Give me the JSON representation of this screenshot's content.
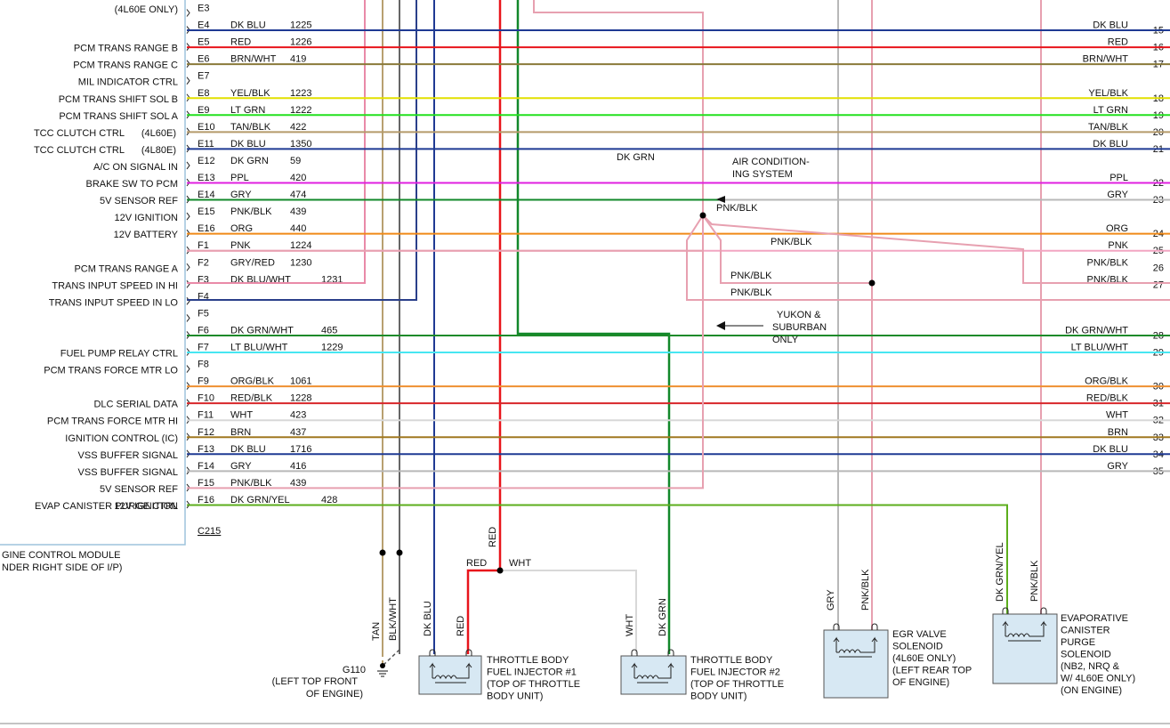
{
  "module": {
    "label_lines": [
      "GINE CONTROL MODULE",
      "NDER RIGHT SIDE OF I/P)"
    ],
    "connector": "C215",
    "top_note": "(4L60E ONLY)"
  },
  "colors": {
    "DK BLU": "#1f3a93",
    "RED": "#e8141b",
    "BRN/WHT": "#8a7a3a",
    "YEL/BLK": "#e2e000",
    "LT GRN": "#22e01f",
    "TAN/BLK": "#b59a6a",
    "DK GRN": "#12882a",
    "PPL": "#e020e0",
    "GRY": "#b8b8b8",
    "PNK/BLK": "#e7a0b0",
    "ORG": "#f08a18",
    "PNK": "#f2a6c2",
    "GRY/RED": "#e98aa8",
    "DK BLU/WHT": "#2a3f8a",
    "DK GRN/WHT": "#1e8a2a",
    "LT BLU/WHT": "#47e6f2",
    "ORG/BLK": "#ef8f30",
    "RED/BLK": "#d8262a",
    "WHT": "#d8d8d8",
    "BRN": "#a07820",
    "DK GRN/YEL": "#5cae1c",
    "TAN": "#b8a070",
    "BLK/WHT": "#666666",
    "BOX": "#d7e8f3"
  },
  "pins": [
    {
      "pin": "E3",
      "name": "",
      "color": "",
      "circuit": "",
      "right_color": "",
      "right_num": ""
    },
    {
      "pin": "E4",
      "name": "",
      "color": "DK BLU",
      "circuit": "1225",
      "right_color": "DK BLU",
      "right_num": "15"
    },
    {
      "pin": "E5",
      "name": "PCM TRANS RANGE B",
      "color": "RED",
      "circuit": "1226",
      "right_color": "RED",
      "right_num": "16"
    },
    {
      "pin": "E6",
      "name": "PCM TRANS RANGE C",
      "color": "BRN/WHT",
      "circuit": "419",
      "right_color": "BRN/WHT",
      "right_num": "17"
    },
    {
      "pin": "E7",
      "name": "MIL INDICATOR CTRL",
      "color": "",
      "circuit": "",
      "right_color": "",
      "right_num": ""
    },
    {
      "pin": "E8",
      "name": "PCM TRANS SHIFT SOL B",
      "color": "YEL/BLK",
      "circuit": "1223",
      "right_color": "YEL/BLK",
      "right_num": "18"
    },
    {
      "pin": "E9",
      "name": "PCM TRANS SHIFT SOL A",
      "color": "LT GRN",
      "circuit": "1222",
      "right_color": "LT GRN",
      "right_num": "19"
    },
    {
      "pin": "E10",
      "name": "TCC CLUTCH CTRL",
      "qual": "(4L60E)",
      "color": "TAN/BLK",
      "circuit": "422",
      "right_color": "TAN/BLK",
      "right_num": "20"
    },
    {
      "pin": "E11",
      "name": "TCC CLUTCH CTRL",
      "qual": "(4L80E)",
      "color": "DK BLU",
      "circuit": "1350",
      "right_color": "DK BLU",
      "right_num": "21"
    },
    {
      "pin": "E12",
      "name": "A/C ON SIGNAL IN",
      "color": "DK GRN",
      "circuit": "59",
      "right_color": "",
      "right_num": ""
    },
    {
      "pin": "E13",
      "name": "BRAKE SW TO PCM",
      "color": "PPL",
      "circuit": "420",
      "right_color": "PPL",
      "right_num": "22"
    },
    {
      "pin": "E14",
      "name": "5V SENSOR REF",
      "color": "GRY",
      "circuit": "474",
      "right_color": "GRY",
      "right_num": "23"
    },
    {
      "pin": "E15",
      "name": "12V IGNITION",
      "color": "PNK/BLK",
      "circuit": "439",
      "right_color": "",
      "right_num": ""
    },
    {
      "pin": "E16",
      "name": "12V BATTERY",
      "color": "ORG",
      "circuit": "440",
      "right_color": "ORG",
      "right_num": "24"
    },
    {
      "pin": "F1",
      "name": "",
      "color": "PNK",
      "circuit": "1224",
      "right_color": "PNK",
      "right_num": "25"
    },
    {
      "pin": "F2",
      "name": "PCM TRANS RANGE A",
      "color": "GRY/RED",
      "circuit": "1230",
      "right_color": "PNK/BLK",
      "right_num": "26"
    },
    {
      "pin": "F3",
      "name": "TRANS INPUT SPEED IN HI",
      "color": "DK BLU/WHT",
      "circuit": "1231",
      "right_color": "PNK/BLK",
      "right_num": "27"
    },
    {
      "pin": "F4",
      "name": "TRANS INPUT SPEED IN LO",
      "color": "",
      "circuit": "",
      "right_color": "",
      "right_num": ""
    },
    {
      "pin": "F5",
      "name": "",
      "color": "",
      "circuit": "",
      "right_color": "",
      "right_num": ""
    },
    {
      "pin": "F6",
      "name": "",
      "color": "DK GRN/WHT",
      "circuit": "465",
      "right_color": "DK GRN/WHT",
      "right_num": "28"
    },
    {
      "pin": "F7",
      "name": "FUEL PUMP RELAY CTRL",
      "color": "LT BLU/WHT",
      "circuit": "1229",
      "right_color": "LT BLU/WHT",
      "right_num": "29"
    },
    {
      "pin": "F8",
      "name": "PCM TRANS FORCE MTR LO",
      "color": "",
      "circuit": "",
      "right_color": "",
      "right_num": ""
    },
    {
      "pin": "F9",
      "name": "",
      "color": "ORG/BLK",
      "circuit": "1061",
      "right_color": "ORG/BLK",
      "right_num": "30"
    },
    {
      "pin": "F10",
      "name": "DLC SERIAL DATA",
      "color": "RED/BLK",
      "circuit": "1228",
      "right_color": "RED/BLK",
      "right_num": "31"
    },
    {
      "pin": "F11",
      "name": "PCM TRANS FORCE MTR HI",
      "color": "WHT",
      "circuit": "423",
      "right_color": "WHT",
      "right_num": "32"
    },
    {
      "pin": "F12",
      "name": "IGNITION CONTROL (IC)",
      "color": "BRN",
      "circuit": "437",
      "right_color": "BRN",
      "right_num": "33"
    },
    {
      "pin": "F13",
      "name": "VSS BUFFER SIGNAL",
      "color": "DK BLU",
      "circuit": "1716",
      "right_color": "DK BLU",
      "right_num": "34"
    },
    {
      "pin": "F14",
      "name": "VSS BUFFER SIGNAL",
      "color": "GRY",
      "circuit": "416",
      "right_color": "GRY",
      "right_num": "35"
    },
    {
      "pin": "F15",
      "name": "5V SENSOR REF",
      "color": "PNK/BLK",
      "circuit": "439",
      "right_color": "",
      "right_num": ""
    },
    {
      "pin": "F16",
      "name": "12V IGNITION",
      "color": "DK GRN/YEL",
      "circuit": "428",
      "right_color": "",
      "right_num": ""
    }
  ],
  "extra_name": "EVAP CANISTER PURGE CTRL",
  "annotations": {
    "dk_grn": "DK GRN",
    "ac_lines": [
      "AIR CONDITION-",
      "ING SYSTEM"
    ],
    "pnk_blk": "PNK/BLK",
    "yukon_lines": [
      "YUKON &",
      "SUBURBAN",
      "ONLY"
    ],
    "red": "RED",
    "wht": "WHT"
  },
  "vertical_labels": {
    "tan": "TAN",
    "blk_wht": "BLK/WHT",
    "dk_blu": "DK BLU",
    "red": "RED",
    "wht": "WHT",
    "dk_grn": "DK GRN",
    "gry": "GRY",
    "pnk_blk": "PNK/BLK",
    "dk_grn_yel": "DK GRN/YEL"
  },
  "ground": {
    "lines": [
      "G110",
      "(LEFT TOP FRONT",
      "OF ENGINE)"
    ]
  },
  "components": {
    "inj1": [
      "THROTTLE BODY",
      "FUEL INJECTOR #1",
      "(TOP OF THROTTLE",
      "BODY UNIT)"
    ],
    "inj2": [
      "THROTTLE BODY",
      "FUEL INJECTOR #2",
      "(TOP OF THROTTLE",
      "BODY UNIT)"
    ],
    "egr": [
      "EGR VALVE",
      "SOLENOID",
      "(4L60E ONLY)",
      "(LEFT REAR TOP",
      "OF ENGINE)"
    ],
    "evap": [
      "EVAPORATIVE",
      "CANISTER",
      "PURGE",
      "SOLENOID",
      "(NB2, NRQ &",
      "W/ 4L60E ONLY)",
      "(ON ENGINE)"
    ]
  }
}
